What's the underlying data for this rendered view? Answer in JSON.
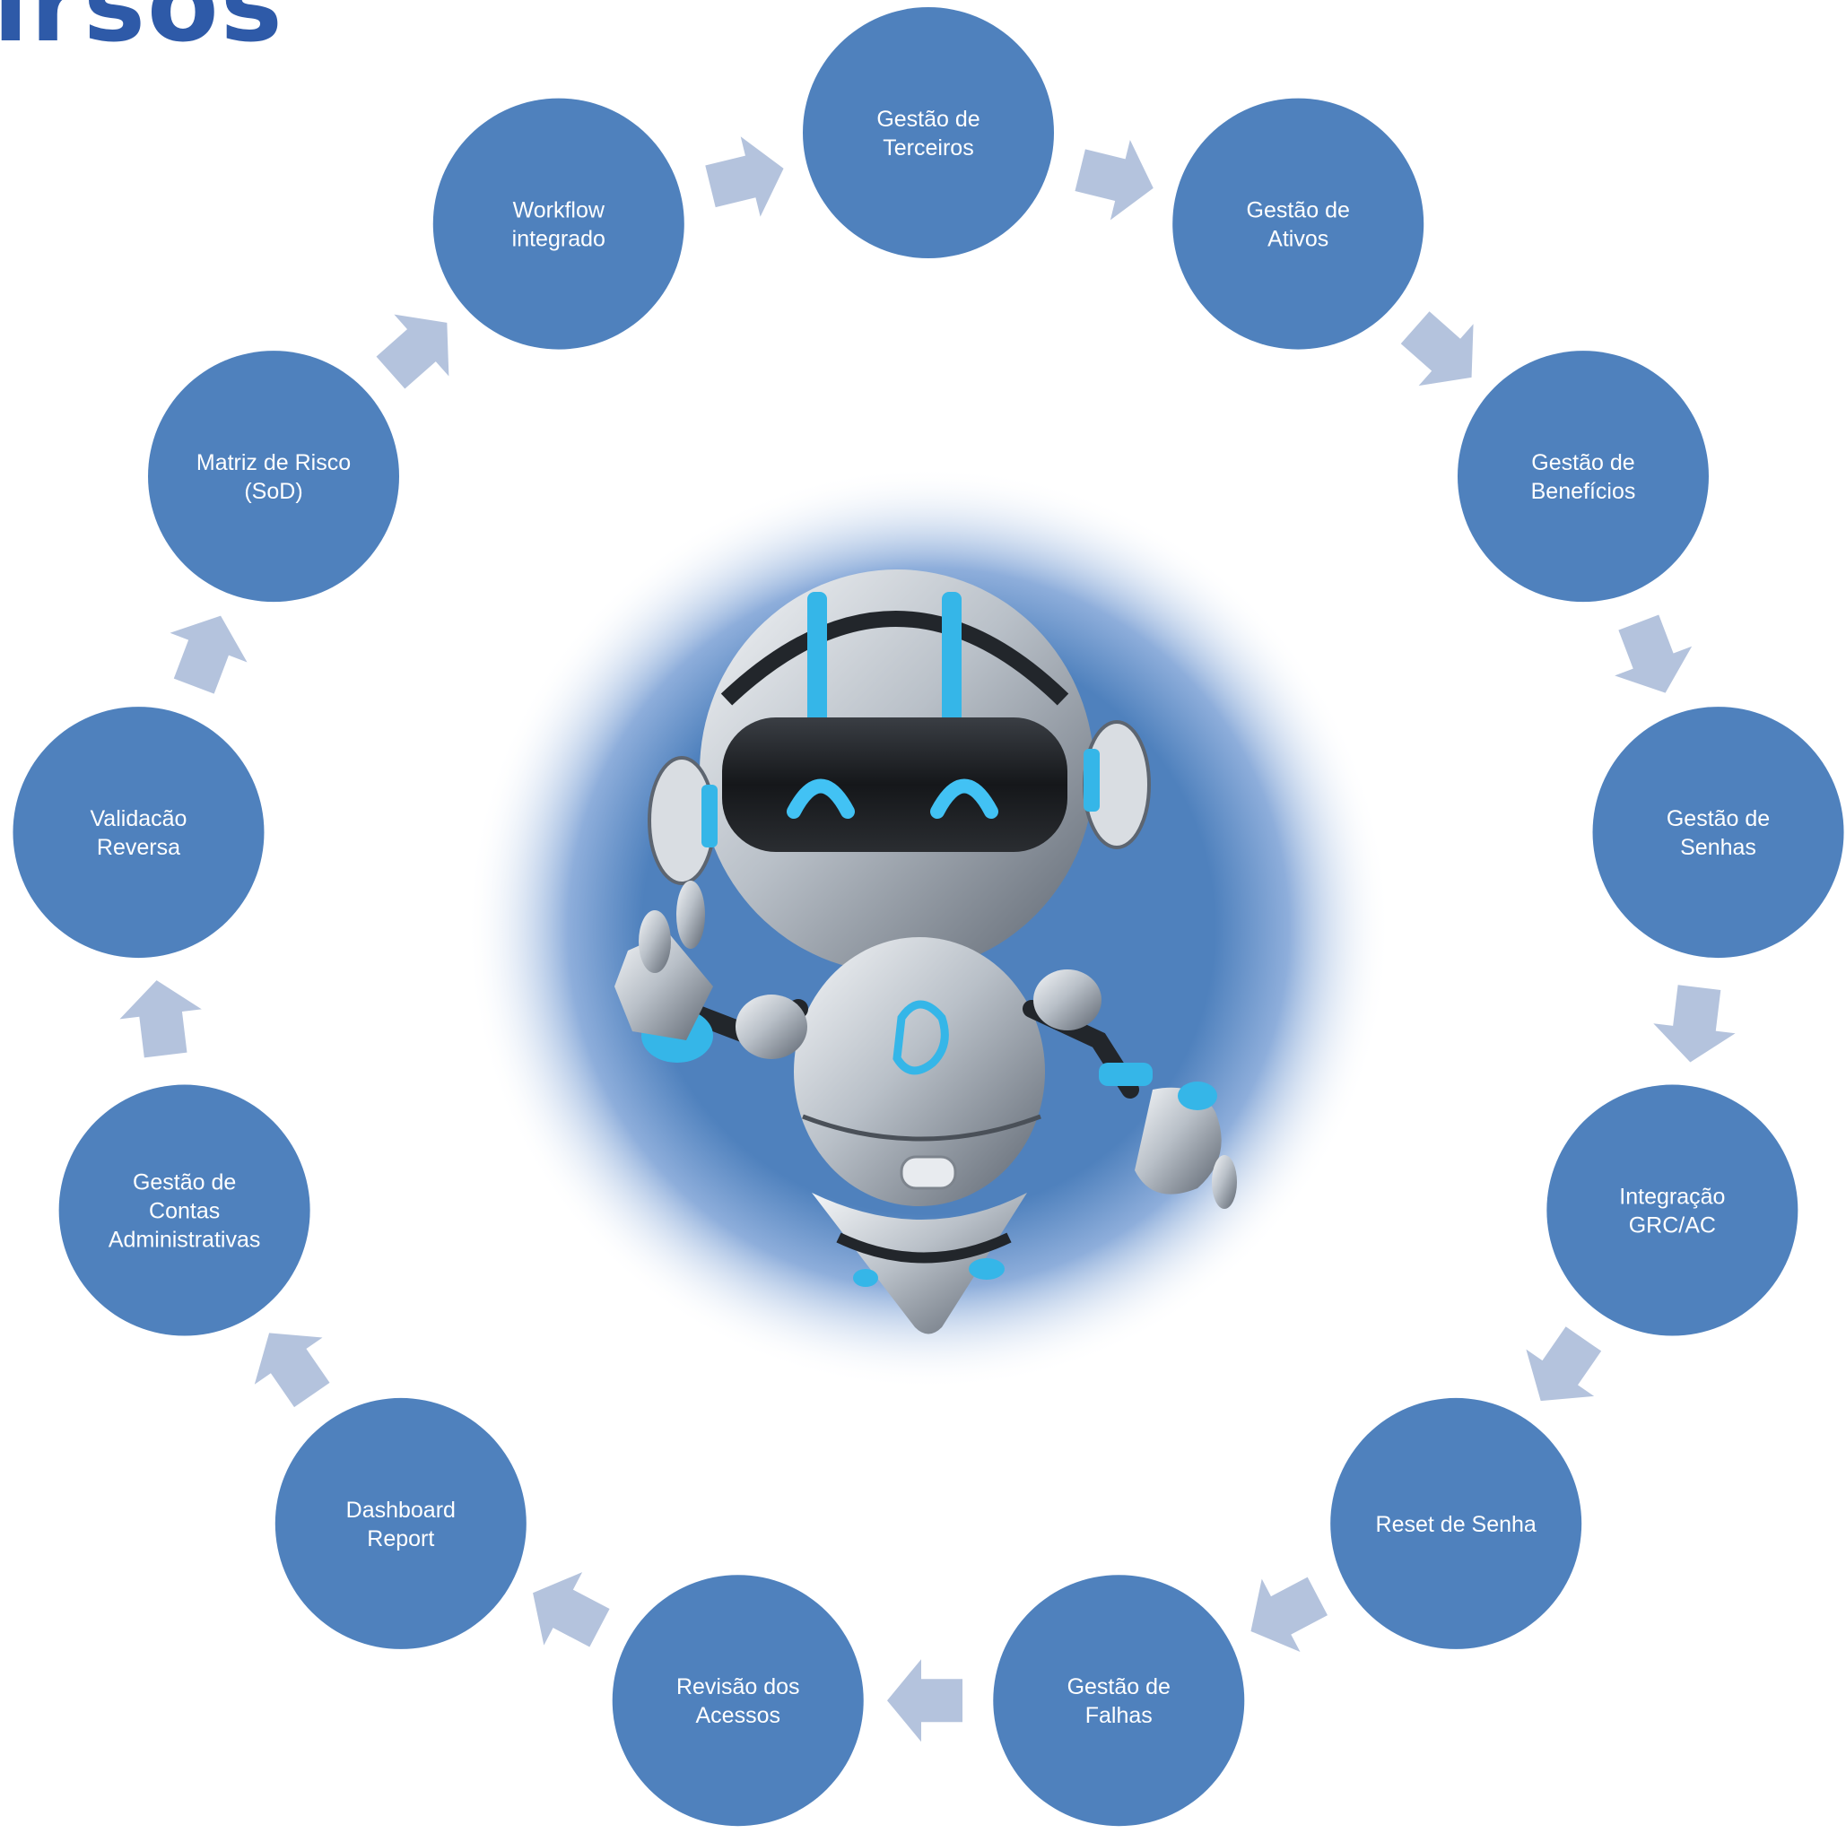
{
  "title": "ırsos",
  "colors": {
    "node_fill": "#4f81bd",
    "node_text": "#ffffff",
    "arrow_fill": "#b4c3dd",
    "title": "#2e5aa8",
    "center_glow": "#4f81bd"
  },
  "center": {
    "image": "robot-mascot-icon"
  },
  "nodes": [
    {
      "id": "terceiros",
      "lines": [
        "Gestão de",
        "Terceiros"
      ]
    },
    {
      "id": "ativos",
      "lines": [
        "Gestão de",
        "Ativos"
      ]
    },
    {
      "id": "beneficios",
      "lines": [
        "Gestão de",
        "Benefícios"
      ]
    },
    {
      "id": "senhas",
      "lines": [
        "Gestão de",
        "Senhas"
      ]
    },
    {
      "id": "grc",
      "lines": [
        "Integração",
        "GRC/AC"
      ]
    },
    {
      "id": "reset",
      "lines": [
        "Reset de Senha"
      ]
    },
    {
      "id": "falhas",
      "lines": [
        "Gestão de",
        "Falhas"
      ]
    },
    {
      "id": "revisao",
      "lines": [
        "Revisão dos",
        "Acessos"
      ]
    },
    {
      "id": "dashboard",
      "lines": [
        "Dashboard",
        "Report"
      ]
    },
    {
      "id": "contas",
      "lines": [
        "Gestão de",
        "Contas",
        "Administrativas"
      ]
    },
    {
      "id": "validacao",
      "lines": [
        "Validacão",
        "Reversa"
      ]
    },
    {
      "id": "sod",
      "lines": [
        "Matriz de Risco",
        "(SoD)"
      ]
    },
    {
      "id": "workflow",
      "lines": [
        "Workflow",
        "integrado"
      ]
    }
  ]
}
